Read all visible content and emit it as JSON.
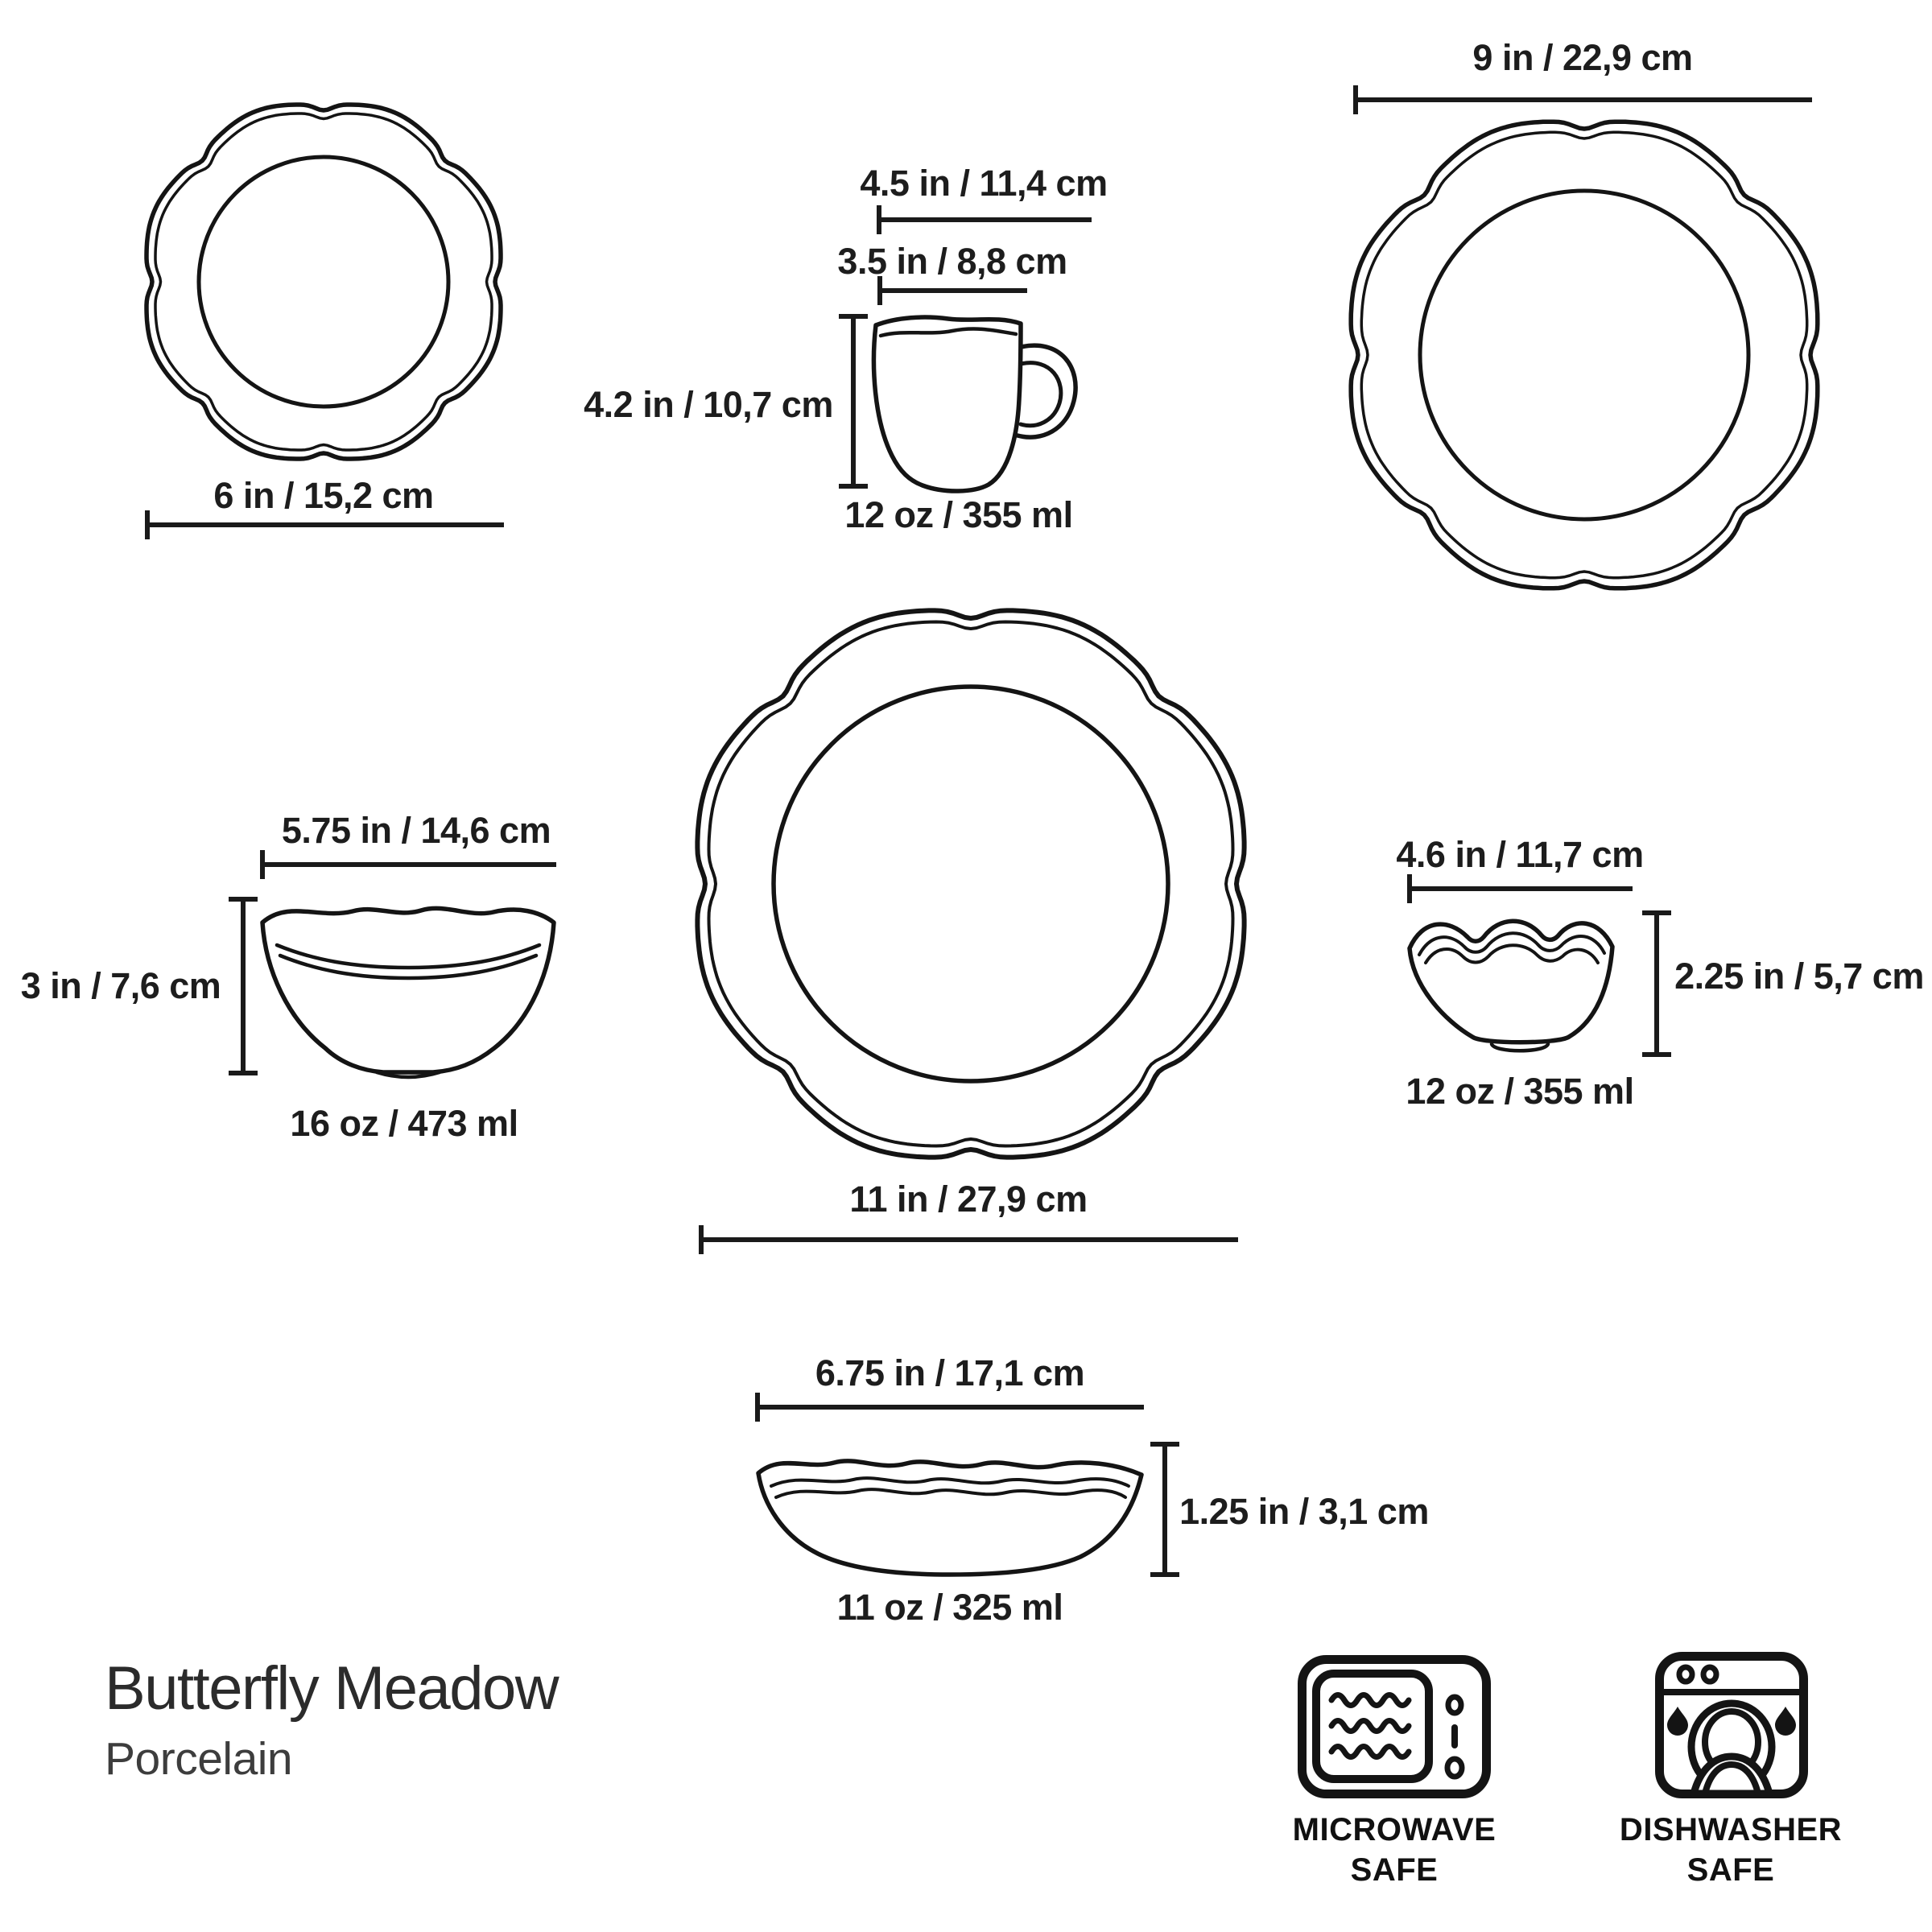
{
  "product": {
    "title": "Butterfly Meadow",
    "material": "Porcelain"
  },
  "items": {
    "bread_plate_6in": {
      "width_label": "6 in / 15,2 cm"
    },
    "mug": {
      "overall_width_label": "4.5 in / 11,4 cm",
      "rim_width_label": "3.5 in / 8,8 cm",
      "height_label": "4.2 in / 10,7 cm",
      "capacity_label": "12 oz / 355 ml"
    },
    "salad_plate_9in": {
      "width_label": "9 in / 22,9 cm"
    },
    "bowl_16oz": {
      "width_label": "5.75 in / 14,6 cm",
      "height_label": "3 in / 7,6 cm",
      "capacity_label": "16 oz / 473 ml"
    },
    "dinner_plate_11in": {
      "width_label": "11 in / 27,9 cm"
    },
    "bowl_12oz": {
      "width_label": "4.6 in / 11,7 cm",
      "height_label": "2.25 in / 5,7 cm",
      "capacity_label": "12 oz / 355 ml"
    },
    "pasta_bowl_11oz": {
      "width_label": "6.75 in / 17,1 cm",
      "height_label": "1.25 in / 3,1 cm",
      "capacity_label": "11 oz / 325 ml"
    }
  },
  "badges": {
    "microwave_safe": {
      "line1": "MICROWAVE",
      "line2": "SAFE"
    },
    "dishwasher_safe": {
      "line1": "DISHWASHER",
      "line2": "SAFE"
    }
  },
  "colors": {
    "ink": "#1a1a1a",
    "background": "#ffffff"
  }
}
